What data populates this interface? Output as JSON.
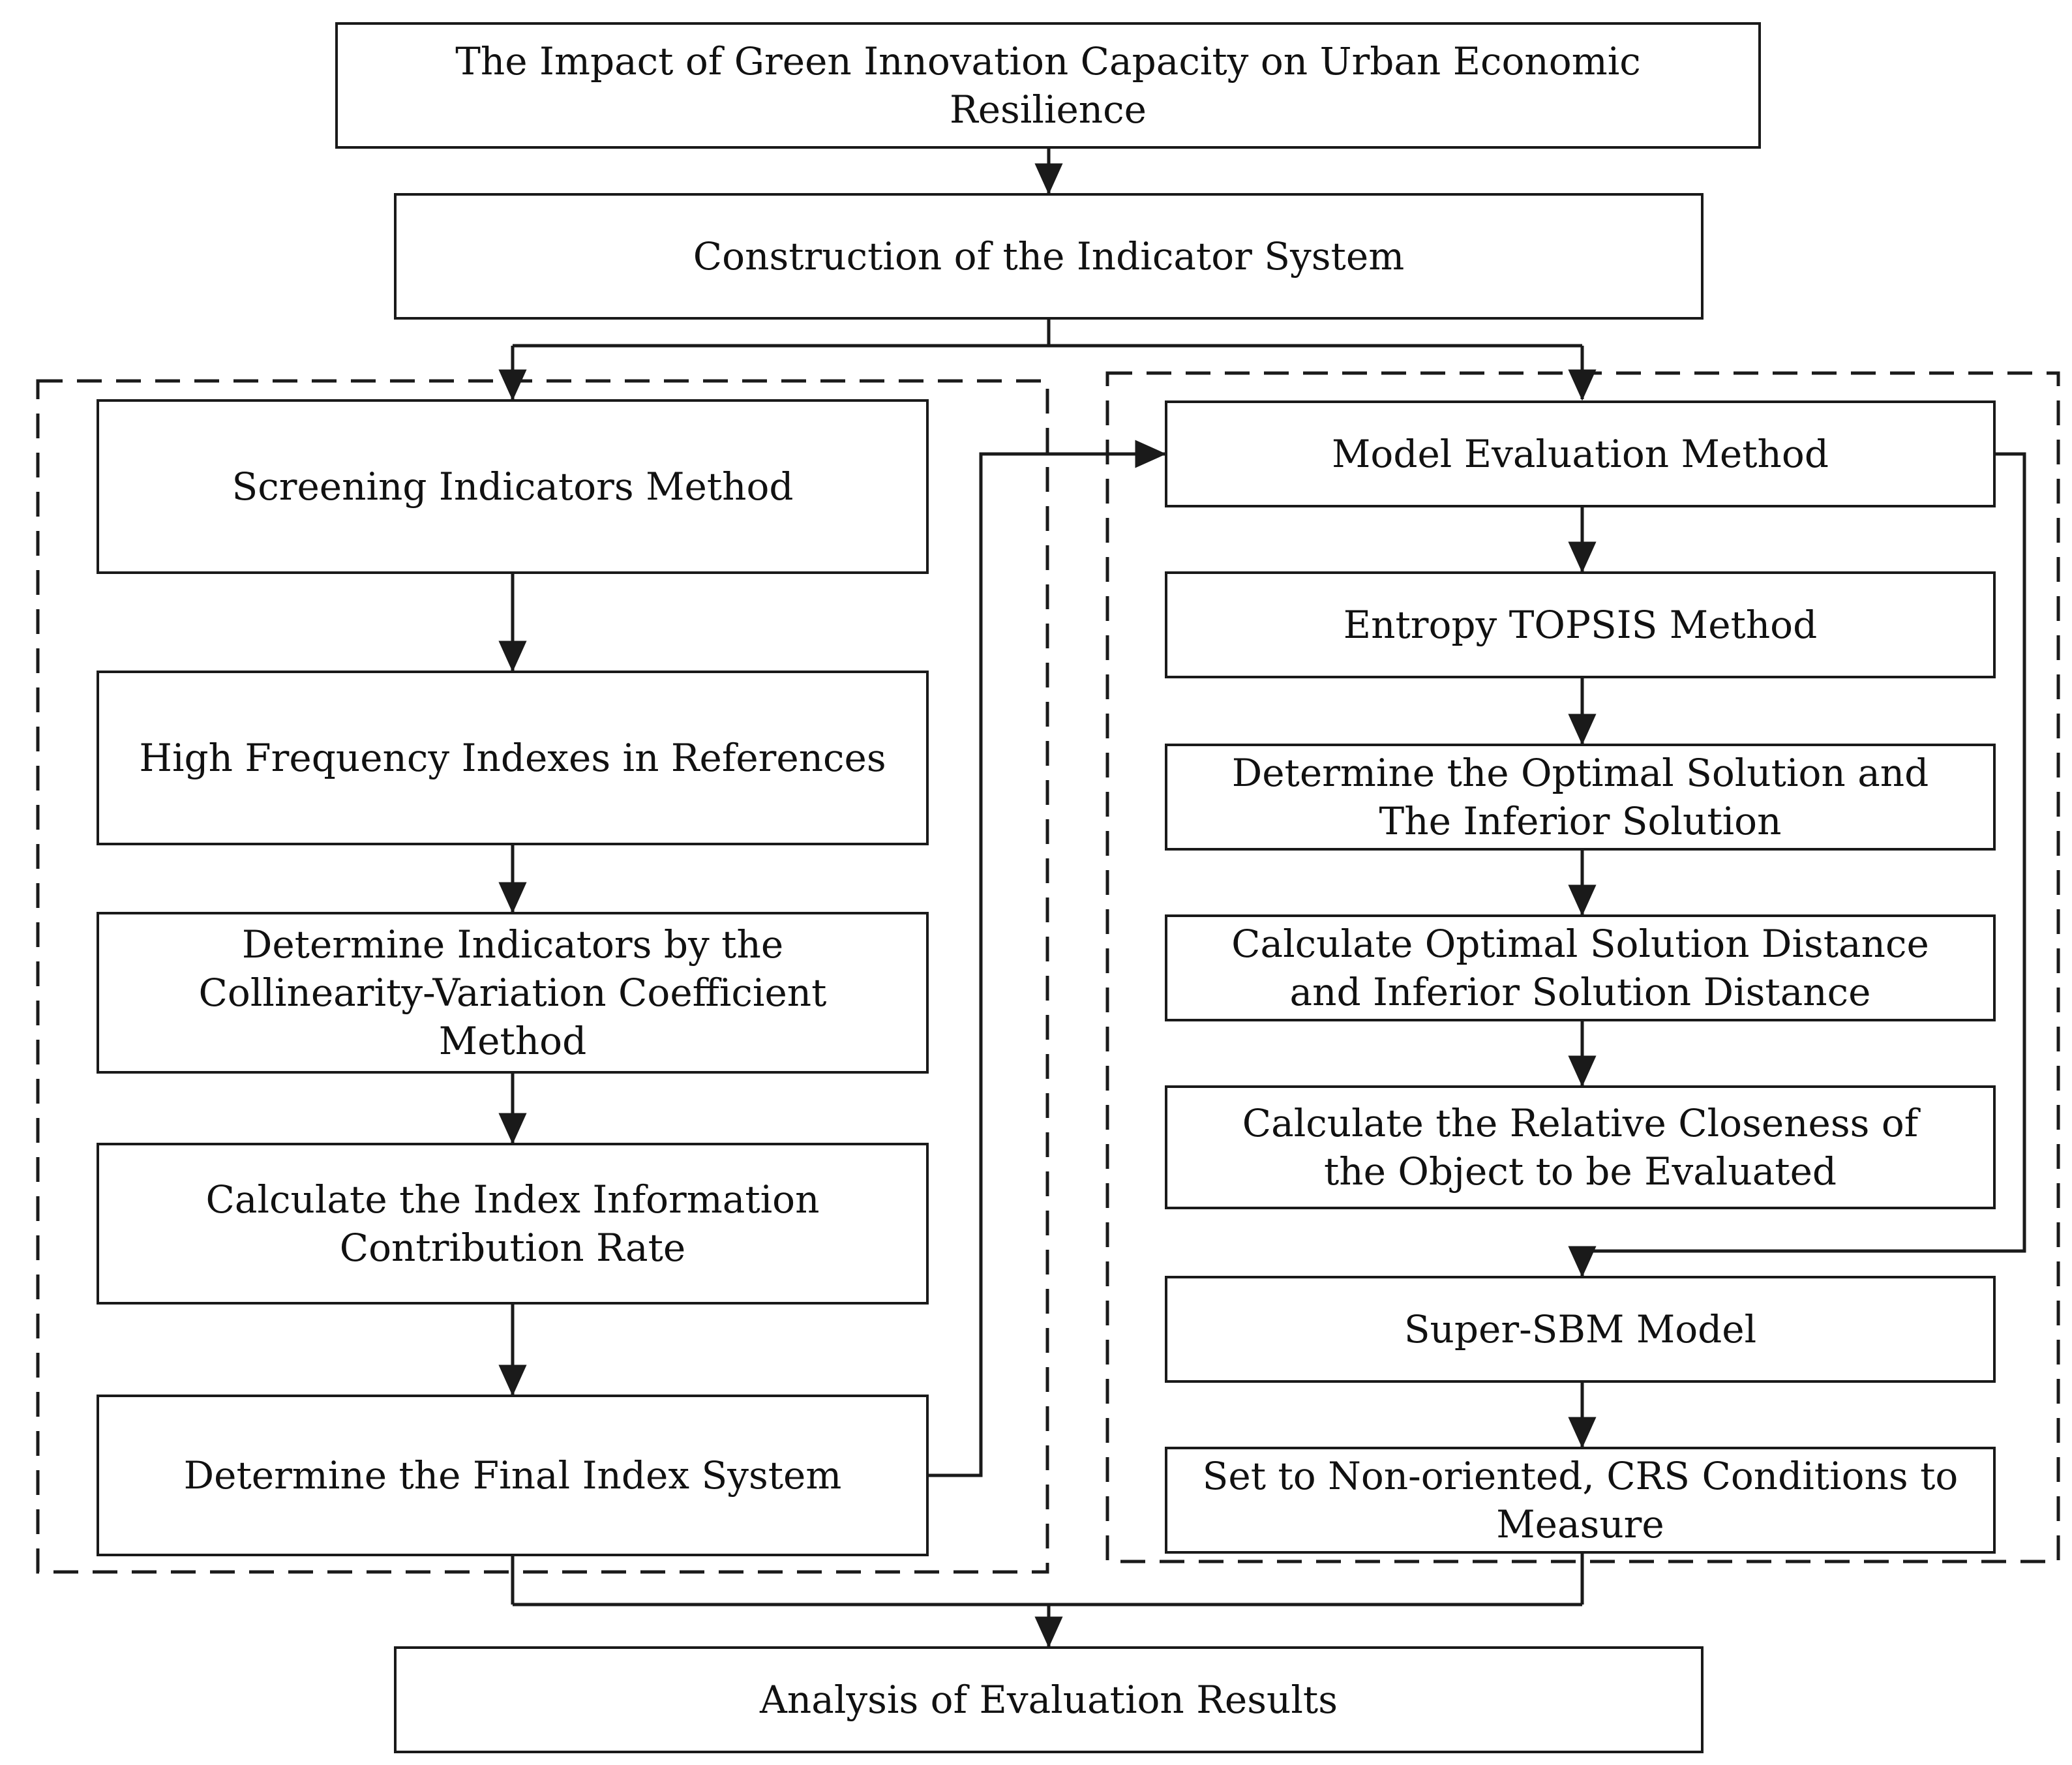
{
  "top_title": "The Impact of Green Innovation Capacity on Urban Economic Resilience",
  "construction": "Construction of the Indicator System",
  "left_steps": [
    "Screening Indicators Method",
    "High Frequency Indexes in References",
    "Determine Indicators by the Collinearity-Variation Coefficient Method",
    "Calculate the Index Information Contribution Rate",
    "Determine the Final Index System"
  ],
  "right_steps": [
    "Model Evaluation Method",
    "Entropy TOPSIS Method",
    "Determine the Optimal Solution and The Inferior Solution",
    "Calculate Optimal Solution Distance and Inferior Solution Distance",
    "Calculate the Relative Closeness of the Object to be Evaluated",
    "Super-SBM Model",
    "Set to Non-oriented, CRS Conditions to Measure"
  ],
  "final_result": "Analysis of Evaluation Results",
  "colors": {
    "line": "#1a1a1a",
    "box_border": "#1a1a1a",
    "background": "#ffffff",
    "text": "#111111"
  }
}
